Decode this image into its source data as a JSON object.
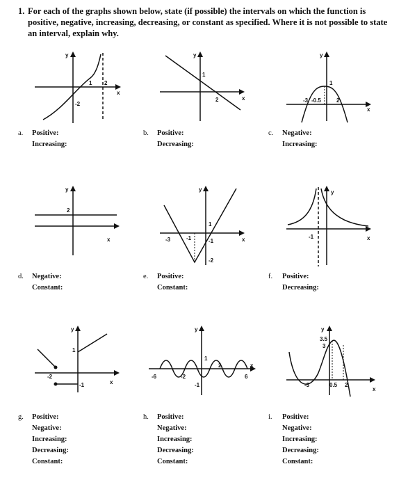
{
  "question": {
    "number": "1.",
    "text": "For each of the graphs shown below, state (if possible) the intervals on which the function is positive, negative, increasing, decreasing, or constant as specified. Where it is not possible to state an interval, explain why."
  },
  "graphs": {
    "a": {
      "axis_x": "x",
      "axis_y": "y",
      "labels": [
        "1",
        "2",
        "-2"
      ]
    },
    "b": {
      "axis_x": "x",
      "axis_y": "y",
      "labels": [
        "1",
        "2"
      ]
    },
    "c": {
      "axis_x": "x",
      "axis_y": "y",
      "labels": [
        "1",
        "-3",
        "-0.5",
        "2"
      ]
    },
    "d": {
      "axis_x": "x",
      "axis_y": "y",
      "labels": [
        "2"
      ]
    },
    "e": {
      "axis_x": "x",
      "axis_y": "y",
      "labels": [
        "1",
        "-3",
        "-1",
        "-1",
        "-2"
      ]
    },
    "f": {
      "axis_x": "x",
      "axis_y": "y",
      "labels": [
        "-1"
      ]
    },
    "g": {
      "axis_x": "x",
      "axis_y": "y",
      "labels": [
        "1",
        "-2",
        "-1"
      ]
    },
    "h": {
      "axis_x": "x",
      "axis_y": "y",
      "labels": [
        "1",
        "2",
        "-6",
        "-2",
        "-1",
        "6"
      ]
    },
    "i": {
      "axis_x": "x",
      "axis_y": "y",
      "labels": [
        "3.5",
        "3",
        "-3",
        "0.5",
        "2"
      ]
    }
  },
  "parts": {
    "a": {
      "letter": "a.",
      "lines": [
        "Positive:",
        "Increasing:"
      ]
    },
    "b": {
      "letter": "b.",
      "lines": [
        "Positive:",
        "Decreasing:"
      ]
    },
    "c": {
      "letter": "c.",
      "lines": [
        "Negative:",
        "Increasing:"
      ]
    },
    "d": {
      "letter": "d.",
      "lines": [
        "Negative:",
        "Constant:"
      ]
    },
    "e": {
      "letter": "e.",
      "lines": [
        "Positive:",
        "Constant:"
      ]
    },
    "f": {
      "letter": "f.",
      "lines": [
        "Positive:",
        "Decreasing:"
      ]
    },
    "g": {
      "letter": "g.",
      "lines": [
        "Positive:",
        "Negative:",
        "Increasing:",
        "Decreasing:",
        "Constant:"
      ]
    },
    "h": {
      "letter": "h.",
      "lines": [
        "Positive:",
        "Negative:",
        "Increasing:",
        "Decreasing:",
        "Constant:"
      ]
    },
    "i": {
      "letter": "i.",
      "lines": [
        "Positive:",
        "Negative:",
        "Increasing:",
        "Decreasing:",
        "Constant:"
      ]
    }
  }
}
